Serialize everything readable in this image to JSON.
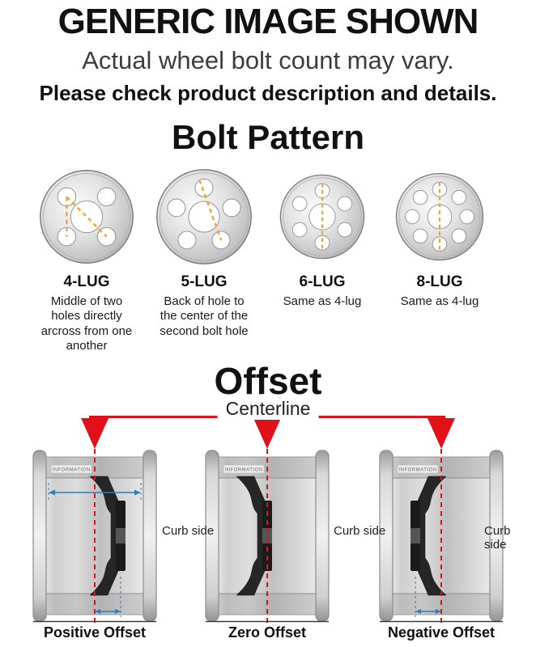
{
  "header": {
    "title": "GENERIC IMAGE SHOWN",
    "subtitle": "Actual wheel bolt count may vary.",
    "note": "Please check product description and details."
  },
  "bolt_pattern": {
    "title": "Bolt Pattern",
    "items": [
      {
        "label": "4-LUG",
        "lugs": 4,
        "caption": "Middle of two holes directly arcross from one another"
      },
      {
        "label": "5-LUG",
        "lugs": 5,
        "caption": "Back of hole to the center of the second bolt hole"
      },
      {
        "label": "6-LUG",
        "lugs": 6,
        "caption": "Same as 4-lug"
      },
      {
        "label": "8-LUG",
        "lugs": 8,
        "caption": "Same as 4-lug"
      }
    ],
    "measure_color": "#f0a23a"
  },
  "offset": {
    "title": "Offset",
    "centerline_label": "Centerline",
    "curb_side_label": "Curb side",
    "rim_text": "INFORMATION",
    "types": [
      {
        "label": "Positive Offset"
      },
      {
        "label": "Zero Offset"
      },
      {
        "label": "Negative Offset"
      }
    ],
    "colors": {
      "centerline_red": "#e01118",
      "measure_blue": "#2e7cb8",
      "disc_dark": "#262626"
    }
  }
}
